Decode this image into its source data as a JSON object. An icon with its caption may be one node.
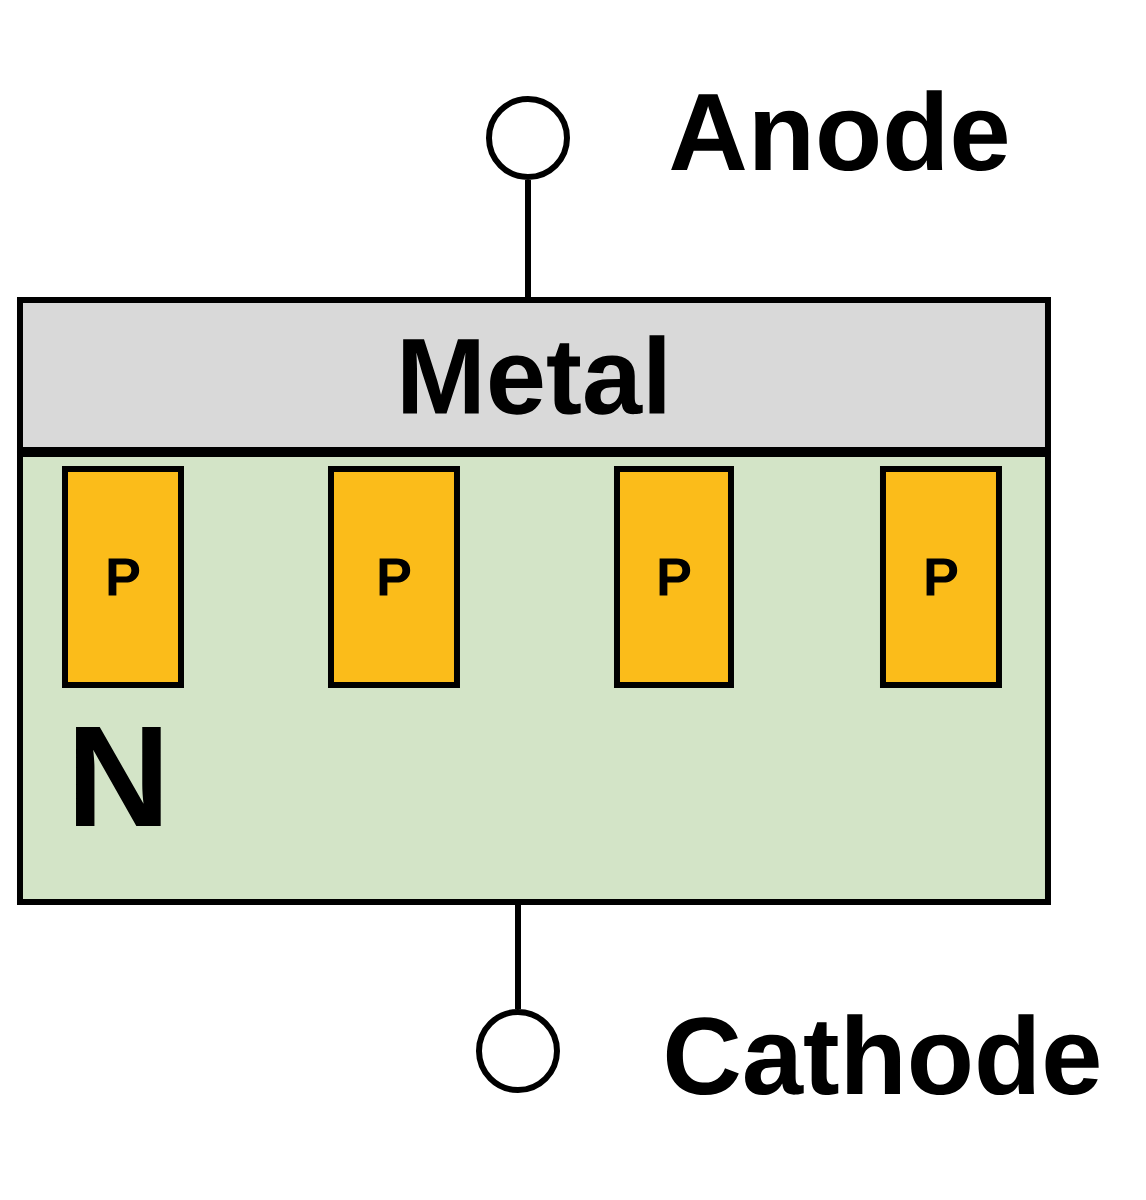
{
  "diagram": {
    "nodes": [
      {
        "text": [],
        "shape": "circle",
        "beside": [
          "Anode"
        ]
      },
      {
        "text": [
          "Metal"
        ]
      },
      {
        "text": [
          "N"
        ]
      },
      {
        "text": [
          "P"
        ],
        "in": 2
      },
      {
        "text": [
          "P"
        ],
        "in": 2
      },
      {
        "text": [
          "P"
        ],
        "in": 2
      },
      {
        "text": [
          "P"
        ],
        "in": 2
      },
      {
        "text": [],
        "shape": "circle",
        "beside": [
          "Cathode"
        ]
      }
    ],
    "edges": [
      {
        "from": 0,
        "to": 1,
        "arrow": "none"
      },
      {
        "from": 2,
        "to": 7,
        "arrow": "none"
      }
    ]
  }
}
